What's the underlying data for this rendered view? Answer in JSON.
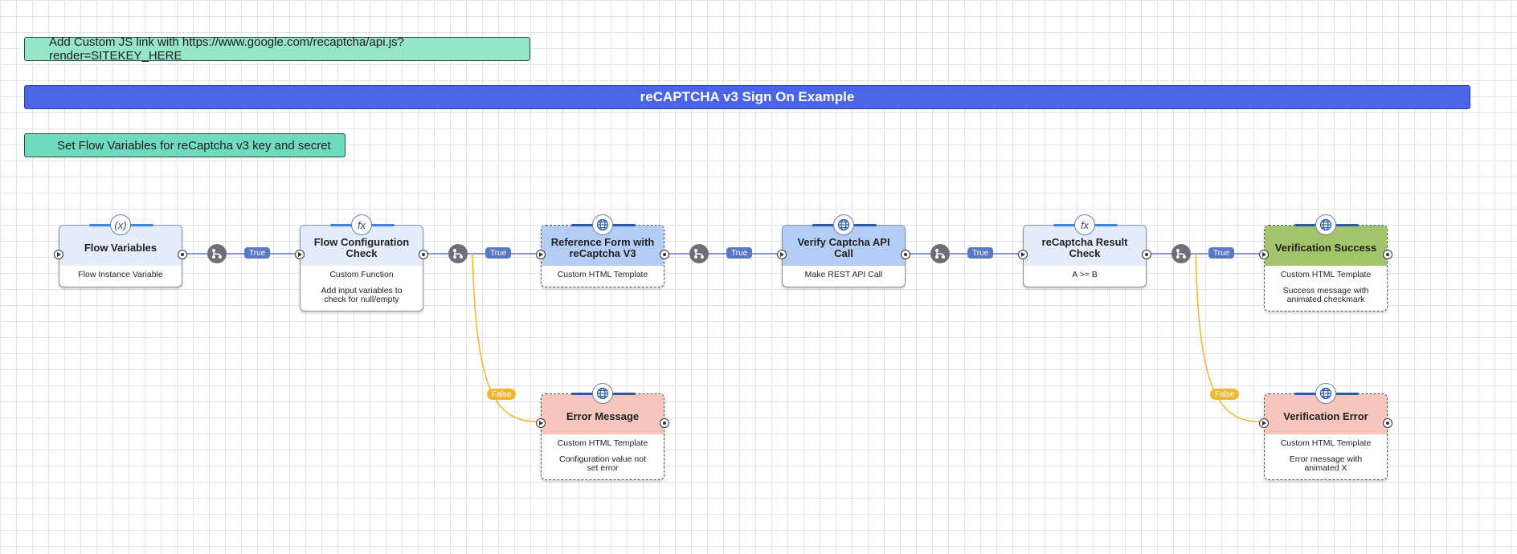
{
  "notes": {
    "custom_js": "Add Custom JS link with https://www.google.com/recaptcha/api.js?render=SITEKEY_HERE",
    "flow_vars": "Set Flow Variables for reCaptcha v3 key and secret"
  },
  "banner": {
    "title": "reCAPTCHA v3 Sign On Example"
  },
  "nodes": {
    "flow_variables": {
      "title": "Flow Variables",
      "subtitle": "Flow Instance Variable",
      "icon": "variable-icon"
    },
    "flow_config": {
      "title": "Flow Configuration Check",
      "subtitle": "Custom Function",
      "description": "Add input variables to check for null/empty",
      "icon": "function-icon"
    },
    "reference_form": {
      "title": "Reference Form with reCaptcha V3",
      "subtitle": "Custom HTML Template",
      "icon": "globe-icon"
    },
    "verify_captcha": {
      "title": "Verify Captcha API Call",
      "subtitle": "Make REST API Call",
      "icon": "globe-icon"
    },
    "result_check": {
      "title": "reCaptcha Result Check",
      "subtitle": "A >= B",
      "icon": "function-icon"
    },
    "verification_success": {
      "title": "Verification Success",
      "subtitle": "Custom HTML Template",
      "description": "Success message with animated checkmark",
      "icon": "globe-icon"
    },
    "error_message": {
      "title": "Error Message",
      "subtitle": "Custom HTML Template",
      "description": "Configuration value not set error",
      "icon": "globe-icon"
    },
    "verification_error": {
      "title": "Verification Error",
      "subtitle": "Custom HTML Template",
      "description": "Error message with animated X",
      "icon": "globe-icon"
    }
  },
  "edges": {
    "true_label": "True",
    "false_label": "False"
  },
  "colors": {
    "banner": "#4a66e6",
    "note": "#95e6c8",
    "true_edge": "#5a78c2",
    "false_edge": "#f2b632",
    "success_header": "#a2c56b",
    "error_header": "#f6c6bc",
    "form_header": "#b4cdf6"
  }
}
